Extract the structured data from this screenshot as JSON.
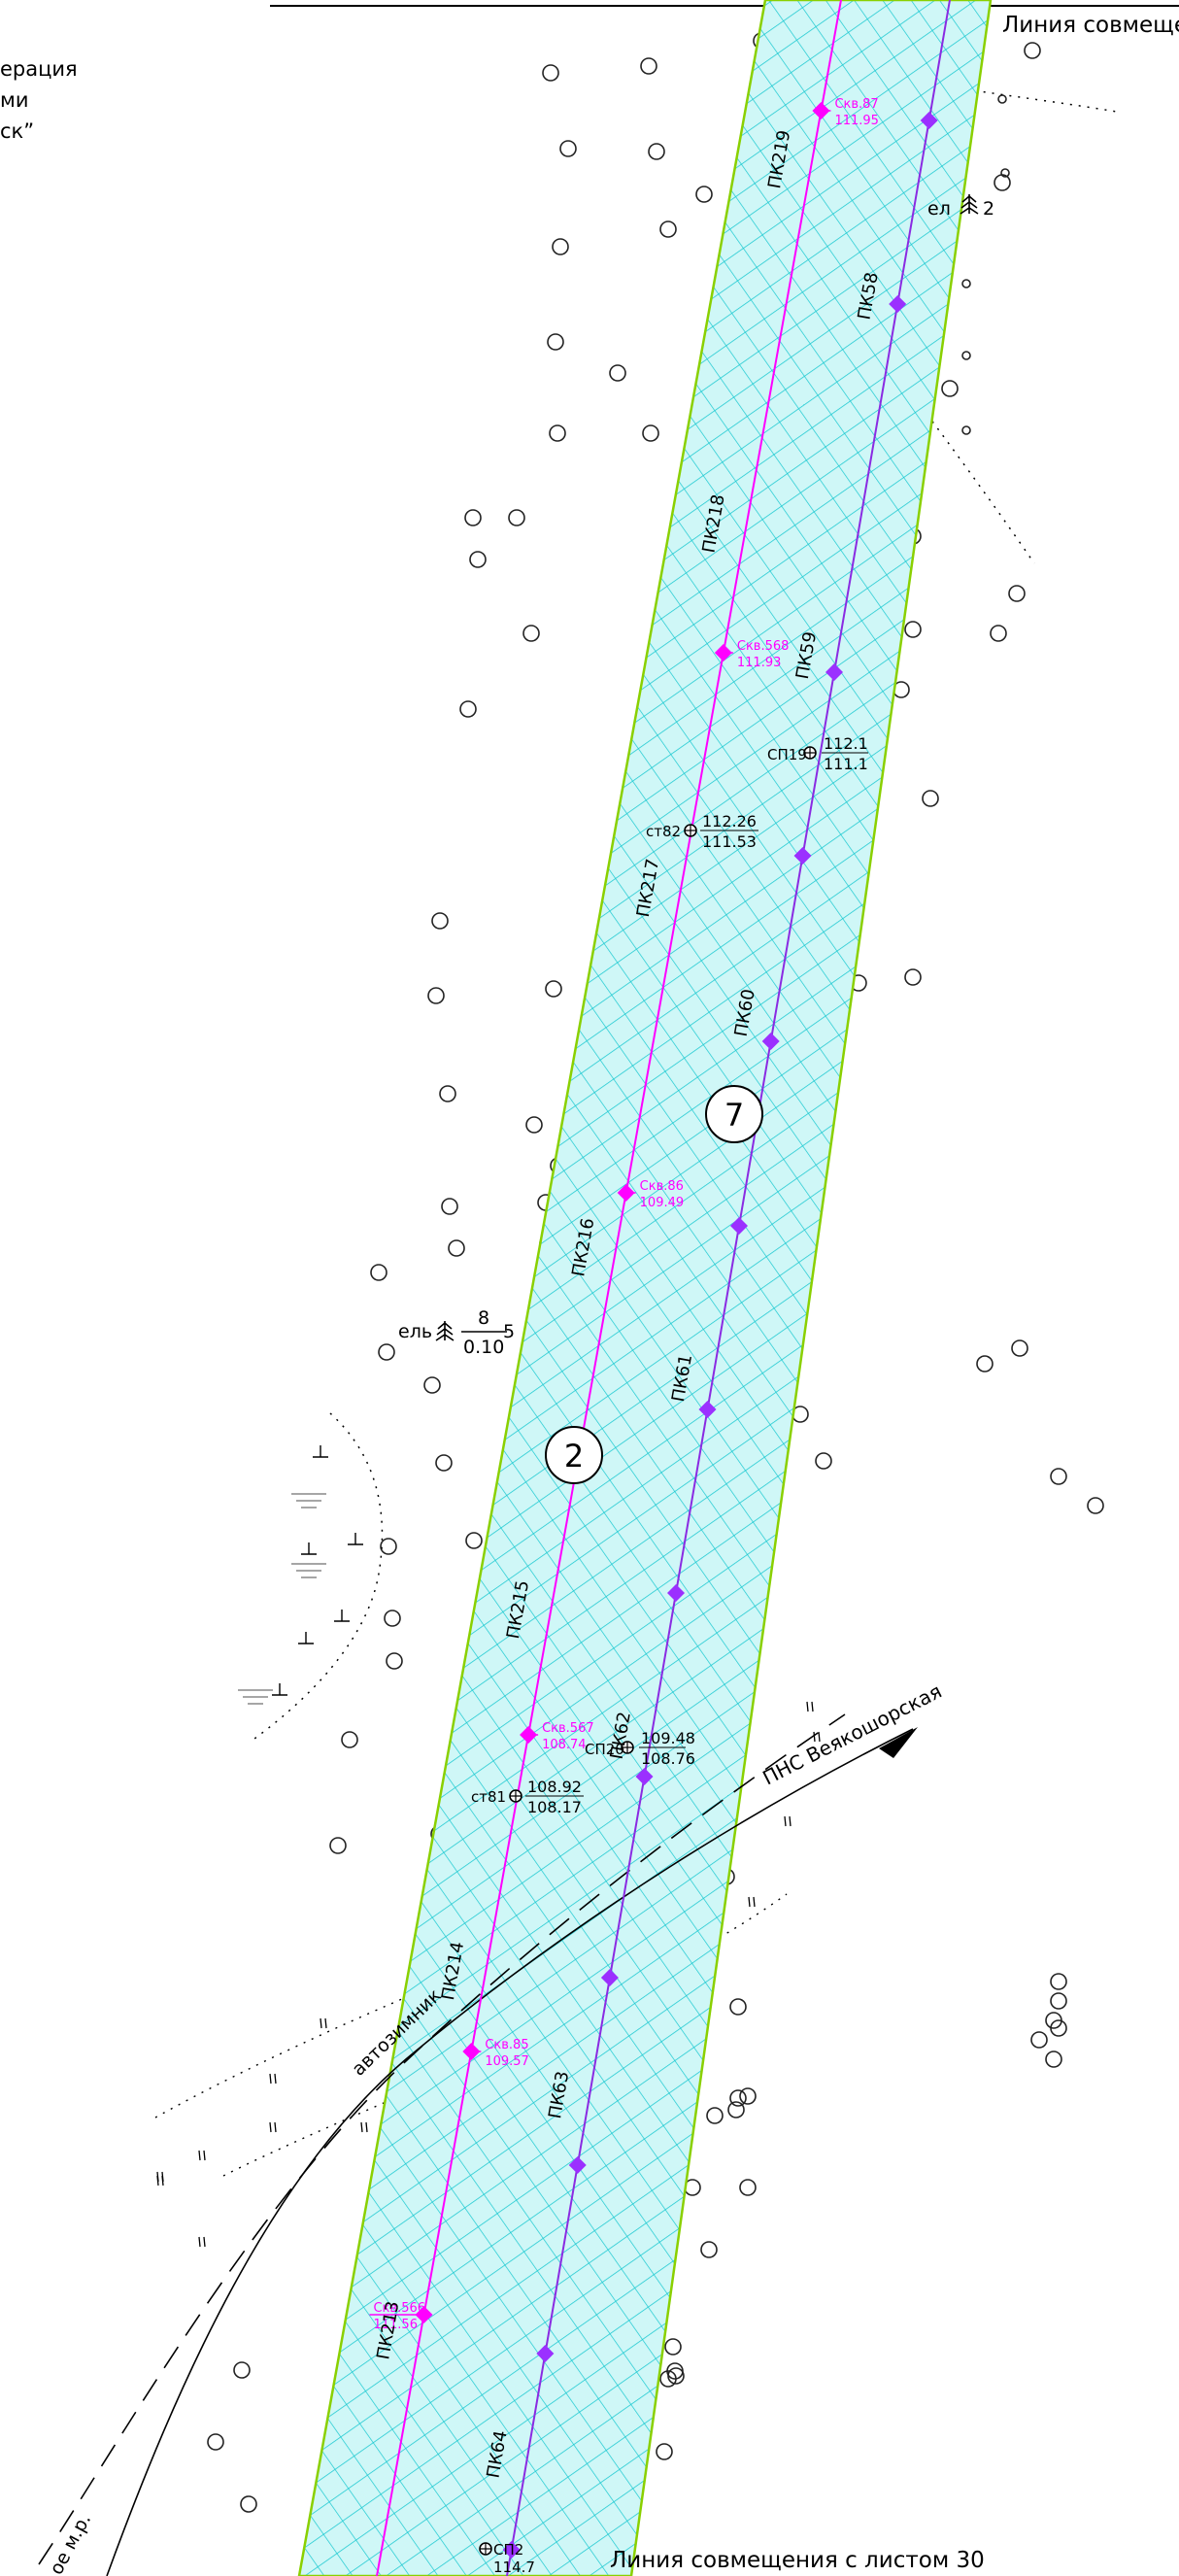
{
  "texts": {
    "header_line": "Линия совмеще",
    "footer_line": "Линия совмещения с листом 30",
    "left_frag": [
      "ерация",
      "ми",
      "ск”"
    ],
    "spruce_top": "ел",
    "spruce_top_num": "2",
    "spruce_mid": "ель",
    "spruce_mid_num": "8",
    "spruce_mid_den": "0.10",
    "spruce_mid_suf": "5",
    "road_label": "автозимник",
    "pns_label": "ПНС Веякошорская",
    "bottom_road": "ое м.р.",
    "circle_2": "2",
    "circle_7": "7"
  },
  "stations": {
    "left": [
      "ПК219",
      "ПК218",
      "ПК217",
      "ПК216",
      "ПК215",
      "ПК214",
      "ПК213"
    ],
    "right": [
      "ПК58",
      "ПК59",
      "ПК60",
      "ПК61",
      "ПК62",
      "ПК63",
      "ПК64"
    ]
  },
  "wells": [
    {
      "name": "Скв.87",
      "elev": "111.95"
    },
    {
      "name": "Скв.568",
      "elev": "111.93"
    },
    {
      "name": "Скв.86",
      "elev": "109.49"
    },
    {
      "name": "Скв.567",
      "elev": "108.74"
    },
    {
      "name": "Скв.85",
      "elev": "109.57"
    },
    {
      "name": "Скв.566",
      "elev": "111.56"
    }
  ],
  "benchmarks": [
    {
      "name": "СП19",
      "top": "112.1",
      "bot": "111.1"
    },
    {
      "name": "ст82",
      "top": "112.26",
      "bot": "111.53"
    },
    {
      "name": "СП20",
      "top": "109.48",
      "bot": "108.76"
    },
    {
      "name": "ст81",
      "top": "108.92",
      "bot": "108.17"
    },
    {
      "name": "СП2",
      "top": "114.7",
      "bot": ""
    }
  ]
}
